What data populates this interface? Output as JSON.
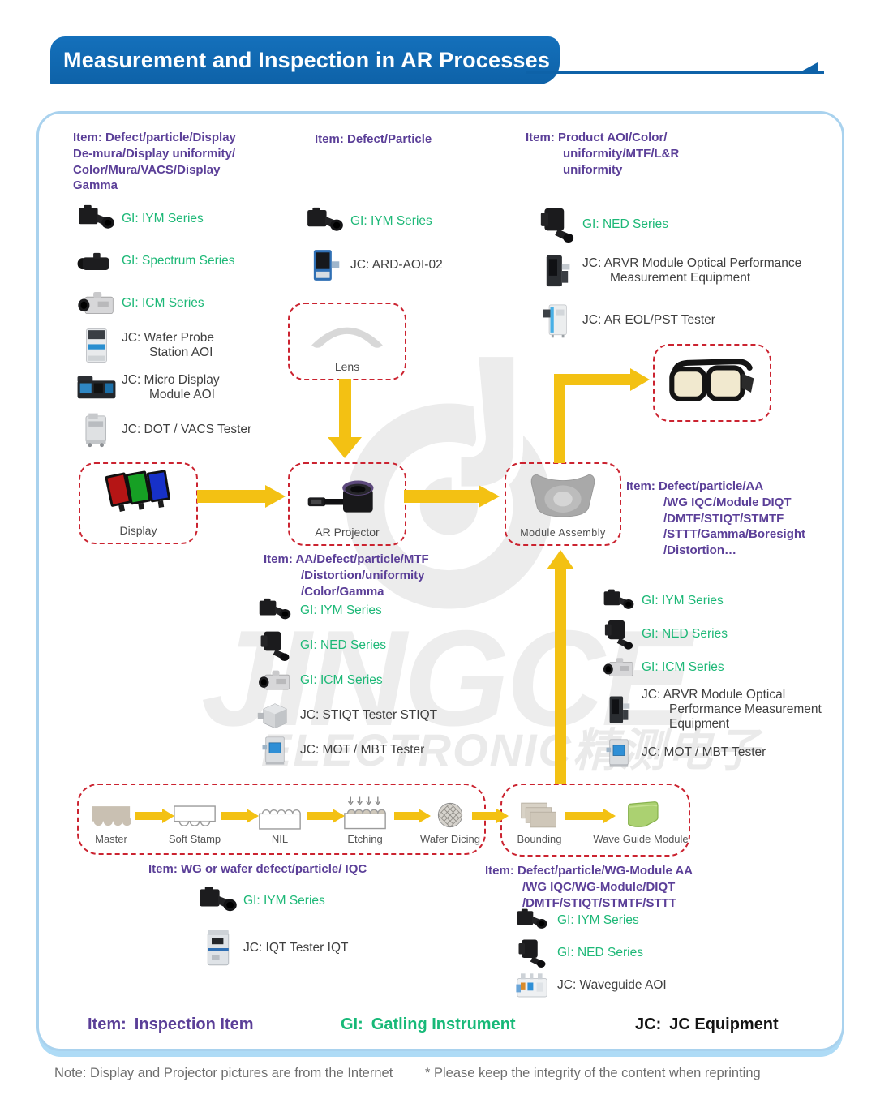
{
  "title": "Measurement and Inspection in AR Processes",
  "watermark": {
    "word": "JINGCE",
    "subword": "ELECTRONIC精测电子",
    "logo_icon": "jc-logo"
  },
  "colors": {
    "accent_blue": "#0e62a8",
    "item_purple": "#5b3f98",
    "gi_green": "#1db877",
    "jc_dark": "#3f3f3f",
    "arrow_yellow": "#f3c113",
    "dashed_box_red": "#cb2330",
    "card_border_blue": "#a9d2ee"
  },
  "flow": {
    "display": "Display",
    "lens": "Lens",
    "projector": "AR Projector",
    "module": "Module Assembly",
    "steps": [
      "Master",
      "Soft Stamp",
      "NIL",
      "Etching",
      "Wafer Dicing",
      "Bounding",
      "Wave Guide Module"
    ]
  },
  "items": {
    "display": "Item: Defect/particle/Display\nDe-mura/Display uniformity/\nColor/Mura/VACS/Display\nGamma",
    "lens": "Item: Defect/Particle",
    "product": "Item: Product AOI/Color/\nuniformity/MTF/L&R\nuniformity",
    "projector": "Item: AA/Defect/particle/MTF\n/Distortion/uniformity\n/Color/Gamma",
    "module": "Item: Defect/particle/AA\n/WG IQC/Module DIQT\n/DMTF/STIQT/STMTF\n/STTT/Gamma/Boresight\n/Distortion…",
    "wafer": "Item: WG or wafer defect/particle/ IQC",
    "waveguide": "Item: Defect/particle/WG-Module AA\n/WG IQC/WG-Module/DIQT\n/DMTF/STIQT/STMTF/STTT"
  },
  "equipment": {
    "display_group": [
      {
        "kind": "gi",
        "icon": "camera-front",
        "label": "GI: IYM Series"
      },
      {
        "kind": "gi",
        "icon": "camera-side",
        "label": "GI: Spectrum Series"
      },
      {
        "kind": "gi",
        "icon": "camera-light",
        "label": "GI: ICM Series"
      },
      {
        "kind": "jc",
        "icon": "machine-probe",
        "label": "JC: Wafer Probe\nStation AOI"
      },
      {
        "kind": "jc",
        "icon": "machine-wide",
        "label": "JC: Micro Display\nModule AOI"
      },
      {
        "kind": "jc",
        "icon": "machine-cart",
        "label": "JC:  DOT / VACS Tester"
      }
    ],
    "lens_group": [
      {
        "kind": "gi",
        "icon": "camera-front",
        "label": "GI: IYM Series"
      },
      {
        "kind": "jc",
        "icon": "machine-ard",
        "label": "JC: ARD-AOI-02"
      }
    ],
    "product_group": [
      {
        "kind": "gi",
        "icon": "camera-ned",
        "label": "GI: NED Series"
      },
      {
        "kind": "jc",
        "icon": "machine-dark-tower",
        "label": "JC: ARVR Module Optical Performance\nMeasurement Equipment"
      },
      {
        "kind": "jc",
        "icon": "machine-white-tower",
        "label": "JC: AR EOL/PST Tester"
      }
    ],
    "projector_group": [
      {
        "kind": "gi",
        "icon": "camera-front",
        "label": "GI: IYM Series"
      },
      {
        "kind": "gi",
        "icon": "camera-ned",
        "label": "GI: NED Series"
      },
      {
        "kind": "gi",
        "icon": "camera-light",
        "label": "GI: ICM Series"
      },
      {
        "kind": "jc",
        "icon": "machine-cube",
        "label": "JC: STIQT Tester STIQT"
      },
      {
        "kind": "jc",
        "icon": "machine-blue-window",
        "label": "JC: MOT / MBT Tester"
      }
    ],
    "module_group": [
      {
        "kind": "gi",
        "icon": "camera-front",
        "label": "GI: IYM Series"
      },
      {
        "kind": "gi",
        "icon": "camera-ned",
        "label": "GI: NED Series"
      },
      {
        "kind": "gi",
        "icon": "camera-light",
        "label": "GI: ICM Series"
      },
      {
        "kind": "jc",
        "icon": "machine-dark-tower",
        "label": "JC: ARVR Module Optical\nPerformance Measurement\nEquipment"
      },
      {
        "kind": "jc",
        "icon": "machine-blue-window",
        "label": "JC: MOT / MBT Tester"
      }
    ],
    "wafer_group": [
      {
        "kind": "gi",
        "icon": "camera-front",
        "label": "GI: IYM Series"
      },
      {
        "kind": "jc",
        "icon": "machine-iqt",
        "label": "JC: IQT Tester IQT"
      }
    ],
    "waveguide_group": [
      {
        "kind": "gi",
        "icon": "camera-front",
        "label": "GI: IYM Series"
      },
      {
        "kind": "gi",
        "icon": "camera-ned",
        "label": "GI: NED Series"
      },
      {
        "kind": "jc",
        "icon": "machine-waveguide",
        "label": "JC: Waveguide AOI"
      }
    ]
  },
  "legend": {
    "item_label": "Item:",
    "item_value": "Inspection Item",
    "gi_label": "GI:",
    "gi_value": "Gatling Instrument",
    "jc_label": "JC:",
    "jc_value": "JC Equipment"
  },
  "note": {
    "left": "Note: Display and Projector pictures are from the Internet",
    "right": "* Please keep the integrity of the content when reprinting"
  }
}
